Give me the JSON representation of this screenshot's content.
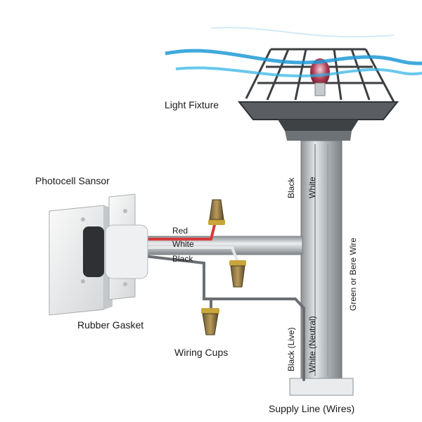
{
  "labels": {
    "light_fixture": "Light Fixture",
    "photocell_sensor": "Photocell Sansor",
    "rubber_gasket": "Rubber Gasket",
    "wiring_cups": "Wiring Cups",
    "supply_line": "Supply Line (Wires)"
  },
  "wire_labels": {
    "red": "Red",
    "white": "White",
    "black": "Black",
    "pole_black": "Black",
    "pole_white": "White",
    "green_bare": "Green or Bere Wire",
    "black_live": "Black (Live)",
    "white_neutral": "White (Neutral)"
  },
  "colors": {
    "red_wire": "#d63a3a",
    "white_wire": "#cfd3d6",
    "black_wire": "#4a4d50",
    "metal": "#b9bec2",
    "connector_gold": "#c9a53a",
    "connector_body": "#8a7650",
    "glow_blue": "#1e9ad6"
  }
}
